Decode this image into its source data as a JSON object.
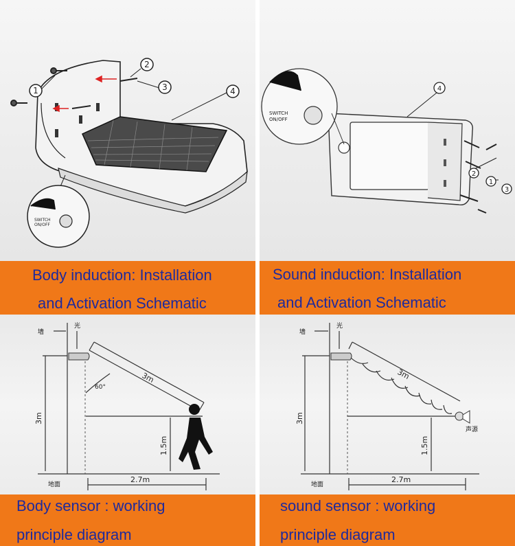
{
  "colors": {
    "banner": "#f07818",
    "banner_text": "#1f2a9c"
  },
  "top_left": {
    "callouts": [
      "1",
      "2",
      "3",
      "4"
    ],
    "switch_label": [
      "SWITCH",
      "ON/OFF"
    ]
  },
  "top_right": {
    "callouts": [
      "4",
      "2",
      "1",
      "3"
    ],
    "switch_label": [
      "SWITCH",
      "ON/OFF"
    ]
  },
  "banners": {
    "body_install": [
      "Body induction: Installation",
      "and Activation Schematic"
    ],
    "sound_install": [
      "Sound induction: Installation",
      "and Activation Schematic"
    ],
    "body_sensor": [
      "Body sensor : working",
      "principle diagram"
    ],
    "sound_sensor": [
      "sound sensor : working",
      "principle diagram"
    ]
  },
  "diagram_body": {
    "wall": "墙",
    "light": "光",
    "ground": "地面",
    "height": "3m",
    "distance_diag": "3m",
    "angle": "60°",
    "person_height": "1.5m",
    "ground_distance": "2.7m"
  },
  "diagram_sound": {
    "wall": "墙",
    "light": "光",
    "ground": "地面",
    "height": "3m",
    "distance_diag": "3m",
    "source": "声源",
    "person_height": "1.5m",
    "ground_distance": "2.7m"
  }
}
